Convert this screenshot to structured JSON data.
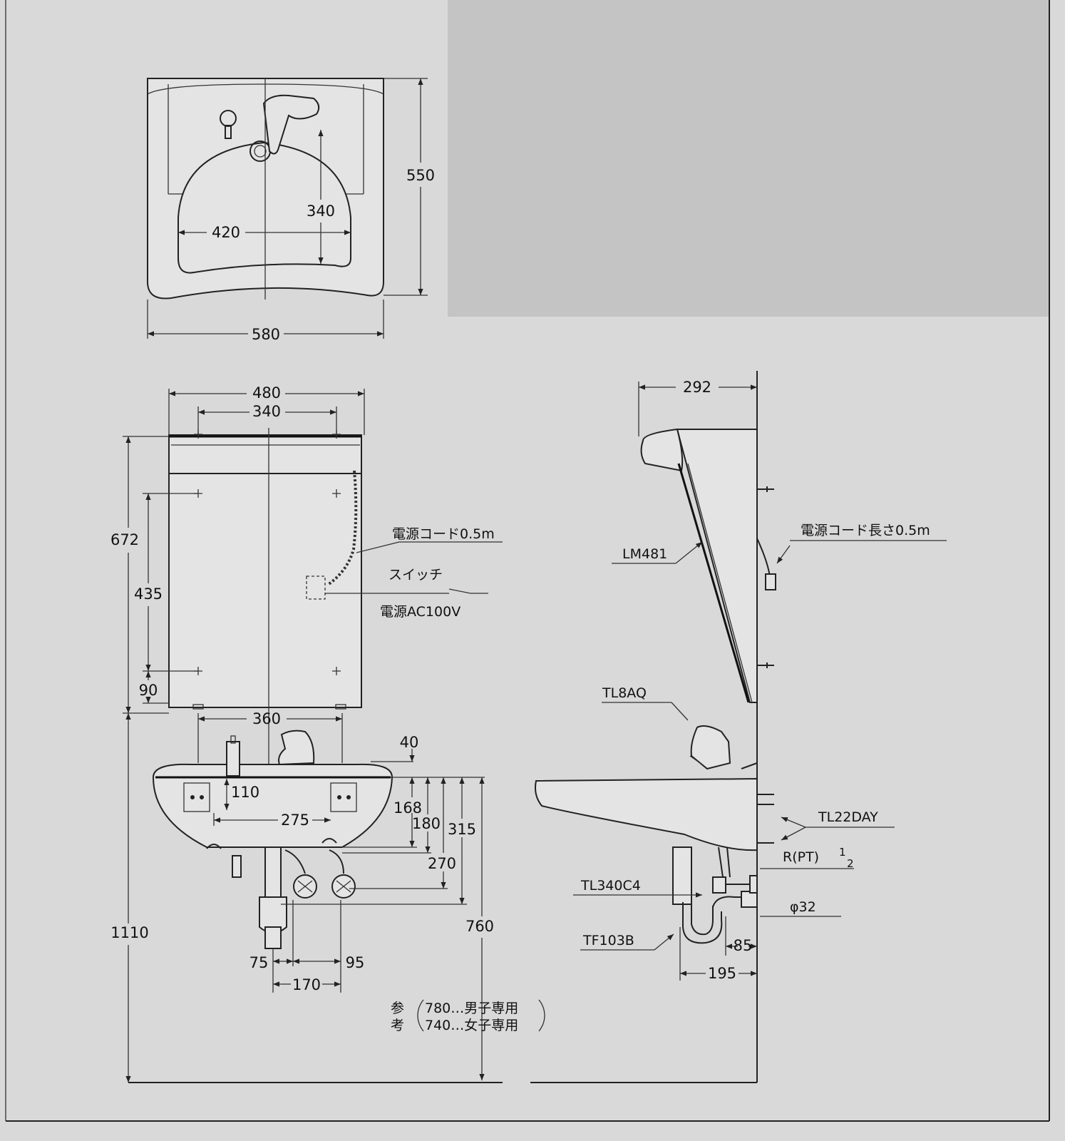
{
  "colors": {
    "paper": "#d9d9d9",
    "panel": "#c4c4c4",
    "ink": "#111111"
  },
  "top_view": {
    "width": "580",
    "depth": "550",
    "bowl_width": "420",
    "bowl_depth": "340"
  },
  "front_view": {
    "w480": "480",
    "w340": "340",
    "h672": "672",
    "h435": "435",
    "h90": "90",
    "cord": "電源コード0.5m",
    "switch": "スイッチ",
    "power": "電源AC100V",
    "w360": "360",
    "d40": "40",
    "d110": "110",
    "d275": "275",
    "d168": "168",
    "d180": "180",
    "d315": "315",
    "d270": "270",
    "h760": "760",
    "h1110": "1110",
    "d75": "75",
    "d95": "95",
    "d170": "170",
    "ref_char1": "参",
    "ref_char2": "考",
    "ref_line1": "780…男子専用",
    "ref_line2": "740…女子専用"
  },
  "side_view": {
    "d292": "292",
    "mirror": "LM481",
    "cord": "電源コード長さ0.5m",
    "faucet": "TL8AQ",
    "supply": "TL22DAY",
    "thread": "R(PT)",
    "thread_num": "1",
    "thread_den": "2",
    "valve": "TL340C4",
    "phi": "φ32",
    "trap": "TF103B",
    "d85": "85",
    "d195": "195"
  }
}
